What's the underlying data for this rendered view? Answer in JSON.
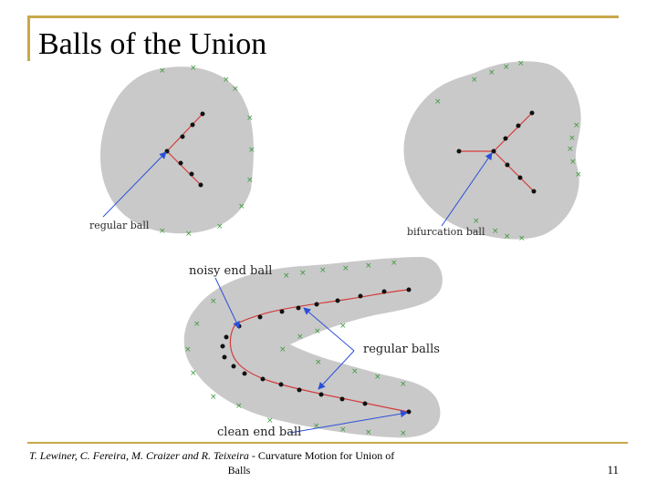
{
  "title": "Balls of the Union",
  "labels": {
    "regular_ball": "regular ball",
    "bifurcation_ball": "bifurcation ball",
    "noisy_end_ball": "noisy end ball",
    "regular_balls": "regular balls",
    "clean_end_ball": "clean end ball"
  },
  "footer": {
    "authors": "T. Lewiner, C. Fereira, M. Craizer and R. Teixeira",
    "separator": " - ",
    "subject_line1": "Curvature Motion for Union of",
    "subject_line2": "Balls"
  },
  "page_number": "11",
  "colors": {
    "accent_frame": "#c8a84a",
    "ball_fill": "#c9c9c9",
    "skeleton": "#d43c3c",
    "arrow": "#2a4fd8",
    "sample_mark": "#3a9a3a"
  }
}
